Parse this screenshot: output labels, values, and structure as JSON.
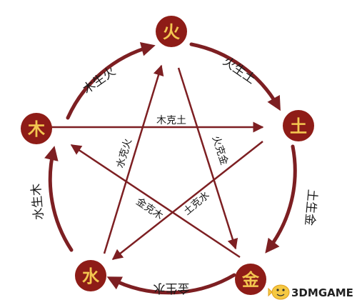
{
  "nodes": {
    "fire": "火",
    "earth": "土",
    "metal": "金",
    "water": "水",
    "wood": "木"
  },
  "generating": {
    "wood_fire": "木生火",
    "fire_earth": "火生土",
    "earth_metal": "土生金",
    "metal_water": "金生水",
    "water_wood": "水生木"
  },
  "restraining": {
    "wood_earth": "木克土",
    "earth_water": "土克水",
    "water_fire": "水克火",
    "fire_metal": "火克金",
    "metal_wood": "金克木"
  },
  "watermark": {
    "text": "3DMGAME",
    "icon": "smiley-fish-icon"
  },
  "colors": {
    "node_fill": "#8e1c17",
    "node_text": "#f3c650",
    "arrow": "#7d1f22"
  }
}
